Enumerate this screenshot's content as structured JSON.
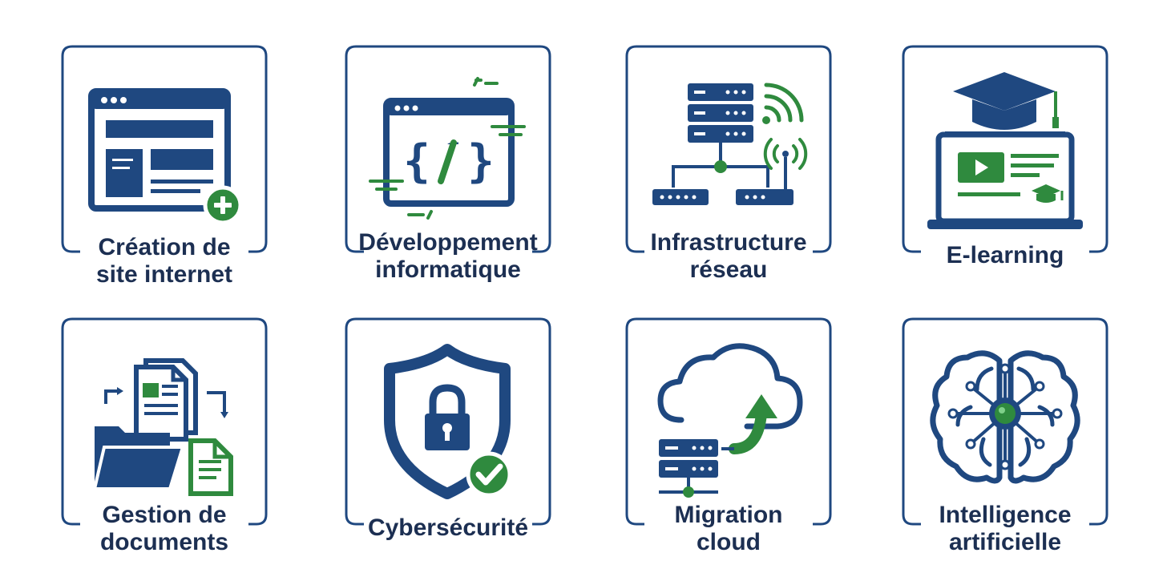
{
  "colors": {
    "navy": "#1f4880",
    "green": "#2f8a3e",
    "text": "#1c2f52",
    "frame": "#1f4880"
  },
  "services": [
    {
      "label": "Création de\nsite internet",
      "icon": "website-creation-icon"
    },
    {
      "label": "Développement\ninformatique",
      "icon": "code-window-icon"
    },
    {
      "label": "Infrastructure\nréseau",
      "icon": "network-server-icon"
    },
    {
      "label": "E-learning",
      "icon": "graduation-laptop-icon"
    },
    {
      "label": "Gestion de\ndocuments",
      "icon": "document-folder-icon"
    },
    {
      "label": "Cybersécurité",
      "icon": "shield-lock-icon"
    },
    {
      "label": "Migration\ncloud",
      "icon": "cloud-server-icon"
    },
    {
      "label": "Intelligence\nartificielle",
      "icon": "ai-brain-icon"
    }
  ]
}
